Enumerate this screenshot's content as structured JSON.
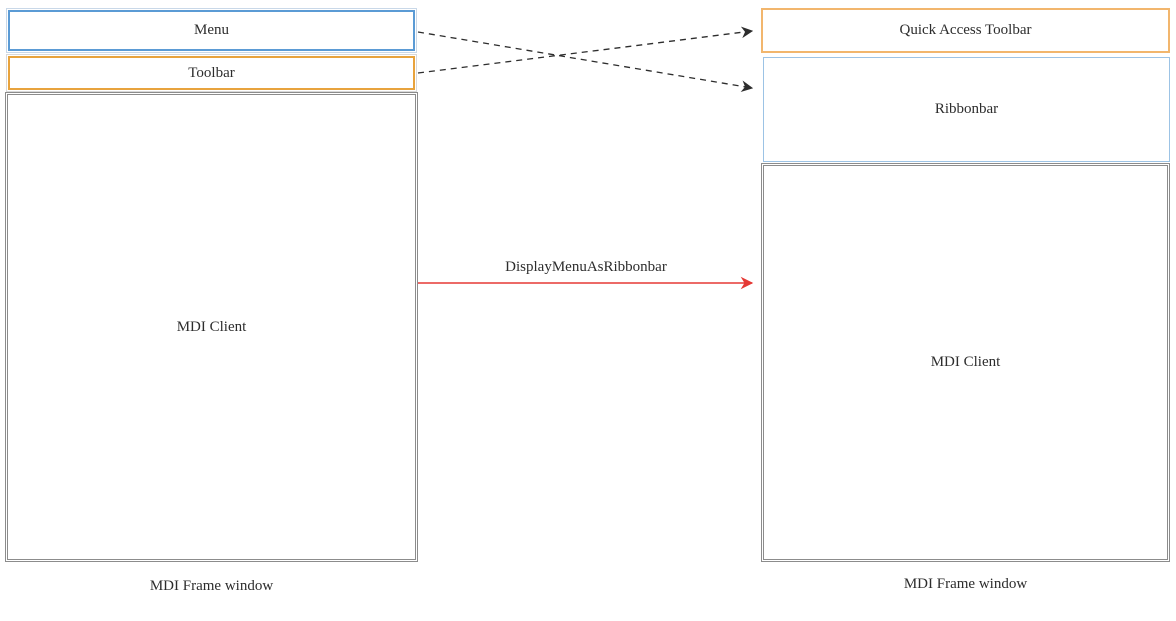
{
  "diagram": {
    "left_frame": {
      "menu_label": "Menu",
      "toolbar_label": "Toolbar",
      "mdi_client_label": "MDI Client",
      "caption": "MDI Frame window"
    },
    "right_frame": {
      "quick_access_toolbar_label": "Quick Access Toolbar",
      "ribbonbar_label": "Ribbonbar",
      "mdi_client_label": "MDI Client",
      "caption": "MDI Frame window"
    },
    "transition": {
      "label": "DisplayMenuAsRibbonbar"
    },
    "colors": {
      "menu_border": "#5b9bd5",
      "toolbar_border": "#e8a33d",
      "quick_access_toolbar_border": "#f2b66d",
      "ribbonbar_border": "#9cc3e5",
      "mdi_client_border": "#8c8c8c",
      "dashed_arrow": "#2d2d2d",
      "transition_arrow": "#e53935",
      "text": "#2d2d2d",
      "background": "#ffffff"
    }
  }
}
